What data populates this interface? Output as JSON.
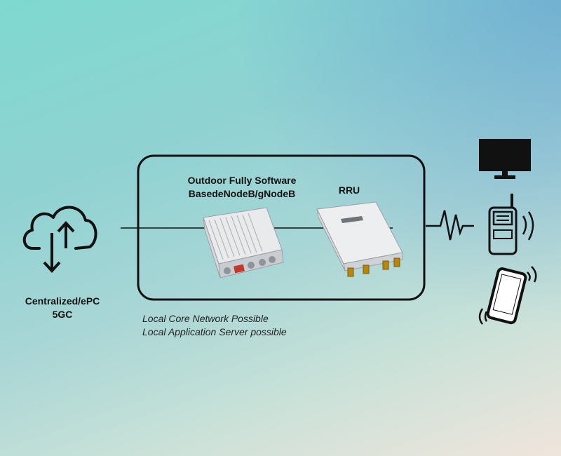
{
  "cloud": {
    "label_line1": "Centralized/ePC",
    "label_line2": "5GC"
  },
  "enodeb": {
    "label_line1": "Outdoor Fully Software",
    "label_line2": "BasedeNodeB/gNodeB"
  },
  "rru": {
    "label": "RRU"
  },
  "notes": {
    "line1": "Local Core Network Possible",
    "line2": "Local Application Server possible"
  },
  "icons": [
    "cloud-upload-download-icon",
    "monitor-icon",
    "walkie-talkie-icon",
    "smartphone-icon",
    "signal-wave-icon"
  ],
  "colors": {
    "stroke": "#111111",
    "device_body": "#e6e8ea",
    "accent_red": "#c0392b"
  }
}
